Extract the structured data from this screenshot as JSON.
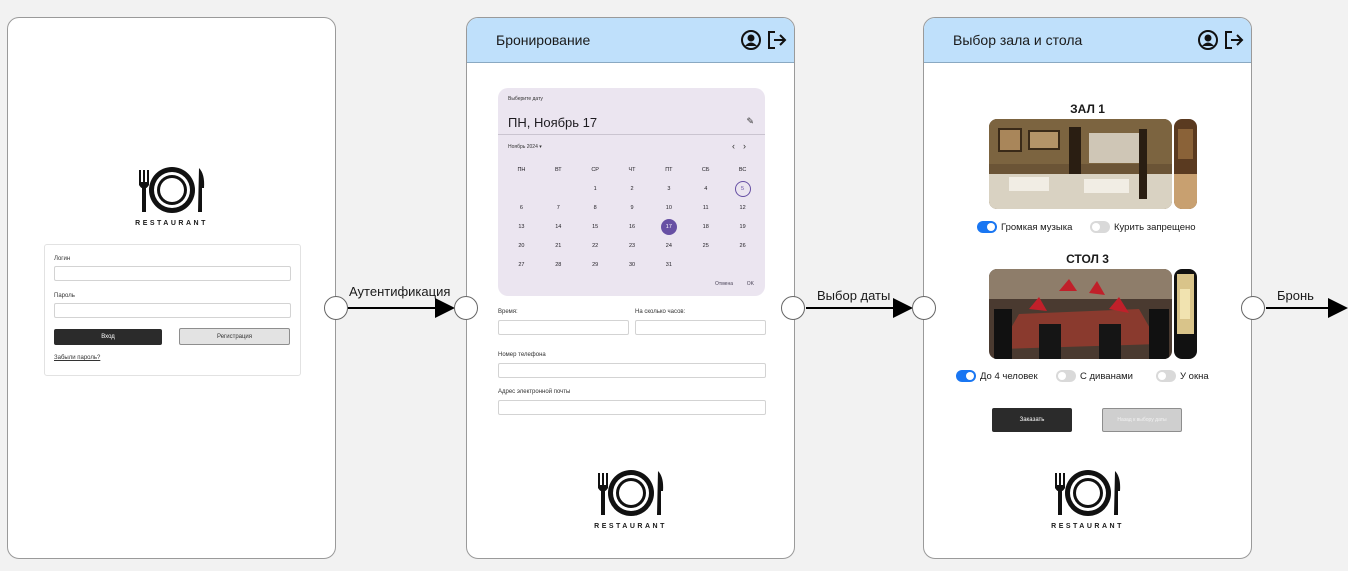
{
  "screen1": {
    "logo_text": "RESTAURANT",
    "login_label": "Логин",
    "password_label": "Пароль",
    "login_button": "Вход",
    "register_button": "Регистрация",
    "forgot_link": "Забыли пароль?"
  },
  "screen2": {
    "title": "Бронирование",
    "calendar": {
      "hint": "Выберите дату",
      "selected_date": "ПН, Ноябрь 17",
      "month_label": "Ноябрь 2024",
      "weekdays": [
        "ПН",
        "ВТ",
        "СР",
        "ЧТ",
        "ПТ",
        "СБ",
        "ВС"
      ],
      "days": [
        "",
        "",
        "1",
        "2",
        "3",
        "4",
        "5",
        "6",
        "7",
        "8",
        "9",
        "10",
        "11",
        "12",
        "13",
        "14",
        "15",
        "16",
        "17",
        "18",
        "19",
        "20",
        "21",
        "22",
        "23",
        "24",
        "25",
        "26",
        "27",
        "28",
        "29",
        "30",
        "31"
      ],
      "selected_day": "17",
      "today_day": "5",
      "cancel": "Отмена",
      "ok": "OK"
    },
    "time_label": "Время:",
    "hours_label": "На сколько часов:",
    "phone_label": "Номер телефона",
    "email_label": "Адрес электронной почты",
    "logo_text": "RESTAURANT"
  },
  "screen3": {
    "title": "Выбор зала и стола",
    "hall_title": "ЗАЛ 1",
    "hall_options": [
      {
        "label": "Громкая музыка",
        "on": true
      },
      {
        "label": "Курить запрещено",
        "on": false
      }
    ],
    "table_title": "СТОЛ 3",
    "table_options": [
      {
        "label": "До 4 человек",
        "on": true
      },
      {
        "label": "С диванами",
        "on": false
      },
      {
        "label": "У окна",
        "on": false
      }
    ],
    "order_button": "Заказать",
    "back_button": "Назад к выбору даты",
    "logo_text": "RESTAURANT"
  },
  "edges": {
    "auth": "Аутентификация",
    "date": "Выбор даты",
    "booking": "Бронь"
  },
  "colors": {
    "appbar": "#bfe0fb",
    "calendar_bg": "#ebe5f0",
    "calendar_accent": "#6750a4",
    "toggle_on": "#1976f2",
    "button_dark": "#2b2b2b"
  }
}
